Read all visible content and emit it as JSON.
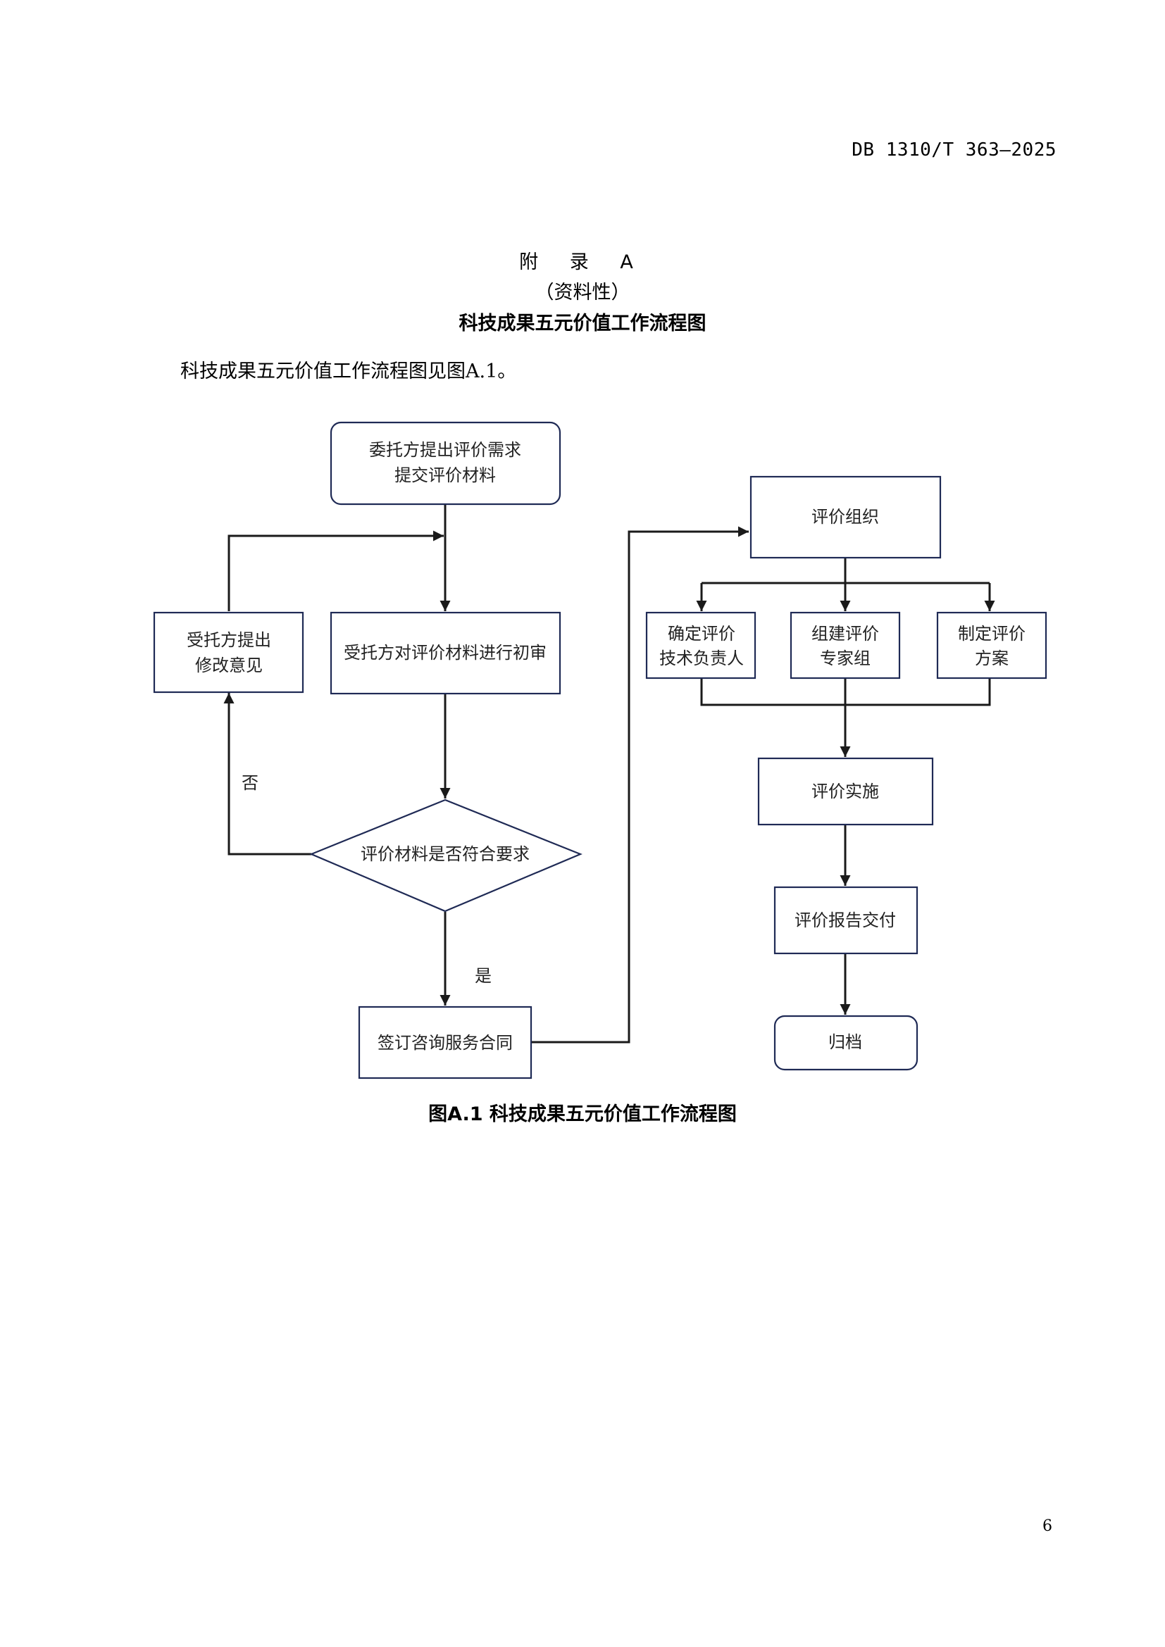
{
  "header": {
    "standard_number": "DB 1310/T 363—2025"
  },
  "appendix": {
    "title": "附 录 A",
    "nature": "（资料性）",
    "subtitle": "科技成果五元价值工作流程图"
  },
  "intro_text": "科技成果五元价值工作流程图见图A.1。",
  "figure": {
    "caption": "图A.1 科技成果五元价值工作流程图",
    "nodes": {
      "submit": [
        "委托方提出评价需求",
        "提交评价材料"
      ],
      "feedback": [
        "受托方提出",
        "修改意见"
      ],
      "review": [
        "受托方对评价材料进行初审"
      ],
      "decision": [
        "评价材料是否符合要求"
      ],
      "contract": [
        "签订咨询服务合同"
      ],
      "organize": [
        "评价组织"
      ],
      "lead": [
        "确定评价",
        "技术负责人"
      ],
      "experts": [
        "组建评价",
        "专家组"
      ],
      "plan": [
        "制定评价",
        "方案"
      ],
      "implement": [
        "评价实施"
      ],
      "report": [
        "评价报告交付"
      ],
      "archive": [
        "归档"
      ]
    },
    "edge_labels": {
      "no": "否",
      "yes": "是"
    },
    "colors": {
      "node_border": "#1f2a55",
      "connector": "#1a1a1a"
    }
  },
  "footer": {
    "page_number": "6"
  }
}
